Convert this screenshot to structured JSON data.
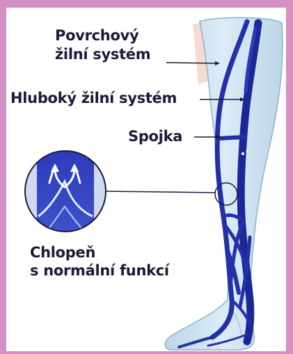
{
  "labels": {
    "superficial_line1": "Povrchový",
    "superficial_line2": "žilní systém",
    "deep": "Hluboký žilní systém",
    "connector": "Spojka",
    "valve_line1": "Chlopeň",
    "valve_line2": "s normální funkcí"
  },
  "colors": {
    "frame": "#d48fc4",
    "panel": "#ffffff",
    "skin": "#cfe3ef",
    "vein": "#2430a8",
    "vein_dark": "#141e7a",
    "text": "#1b1a3a"
  },
  "icons": [
    "leg-icon",
    "magnifier-icon",
    "valve-arrow-icon"
  ]
}
